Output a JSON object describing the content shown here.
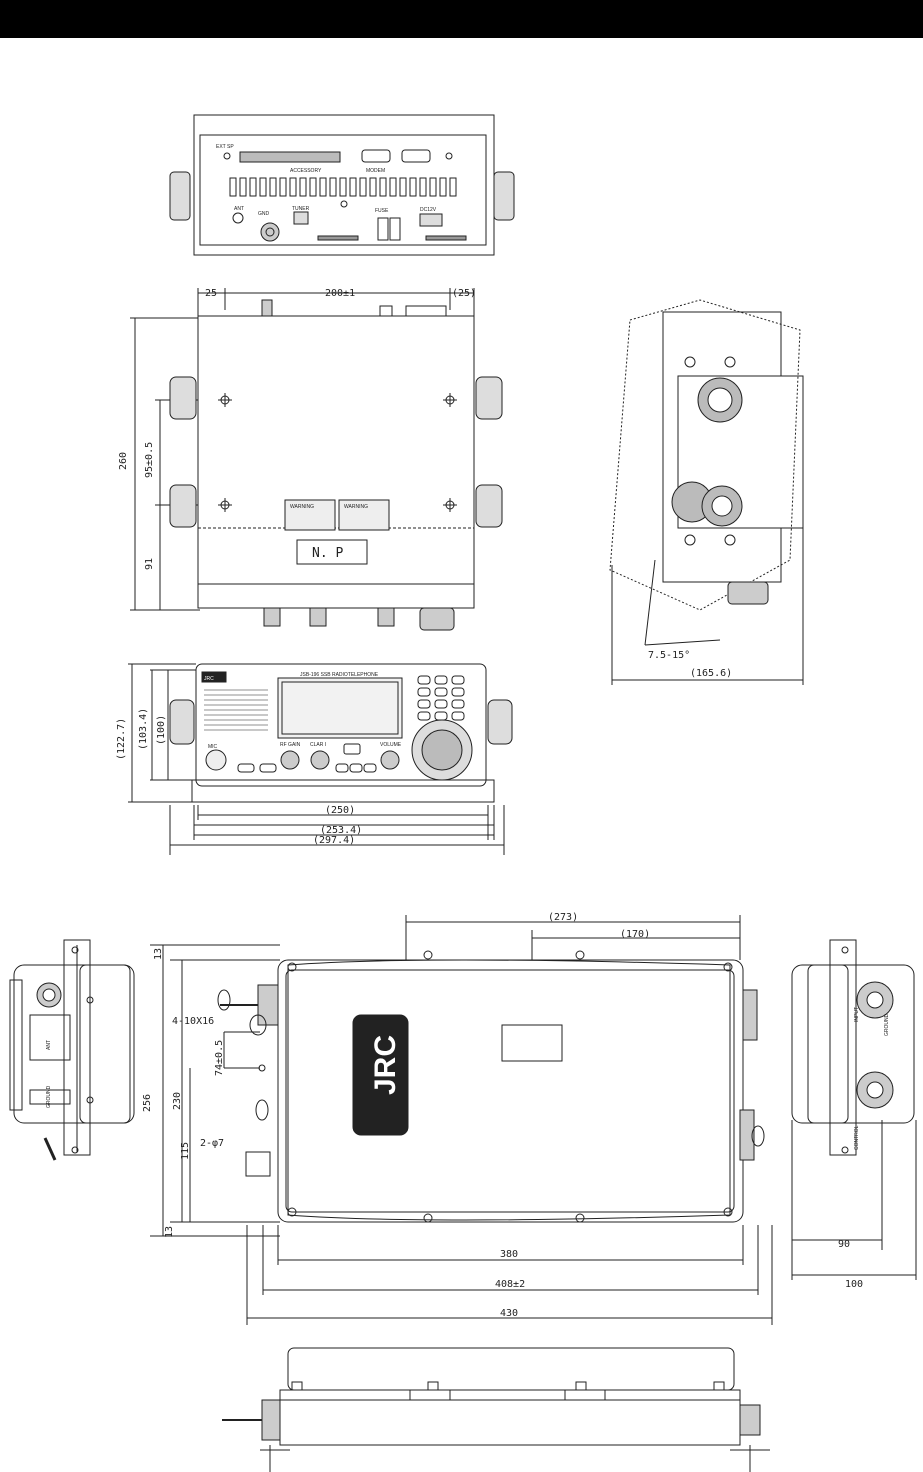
{
  "header": {
    "bar_color": "#000000"
  },
  "dims": {
    "top_w1": "25",
    "top_w2": "200±1",
    "top_w3": "(25)",
    "h260": "260",
    "h95": "95±0.5",
    "h91": "91",
    "side_angle": "7.5-15°",
    "side_w": "(165.6)",
    "f_h1": "(122.7)",
    "f_h2": "(103.4)",
    "f_h3": "(100)",
    "f_w1": "(250)",
    "f_w2": "(253.4)",
    "f_w3": "(297.4)",
    "b_273": "(273)",
    "b_170": "(170)",
    "b_13a": "13",
    "b_256": "256",
    "b_230": "230",
    "b_74": "74±0.5",
    "b_115": "115",
    "b_13b": "13",
    "b_hole1": "4-10X16",
    "b_hole2": "2-φ7",
    "b_380": "380",
    "b_408": "408±2",
    "b_430": "430",
    "b_90": "90",
    "b_100": "100"
  },
  "labels": {
    "np": "N. P",
    "jrc_logo": "JRC",
    "front_logo": "JRC",
    "front_title": "JSB-196  SSB RADIOTELEPHONE",
    "knob_rf": "RF GAIN",
    "knob_clar": "CLAR I",
    "knob_vol": "VOLUME",
    "mic": "MIC",
    "warn1": "WARNING",
    "warn2": "WARNING",
    "ant": "ANT",
    "ground_l": "GROUND",
    "input_r": "INPUT",
    "ground_r": "GROUND",
    "control_r": "CONTROL",
    "rear_gnd": "GND",
    "rear_ant": "ANT",
    "rear_tuner": "TUNER",
    "rear_dc": "DC12V",
    "rear_fuse": "FUSE",
    "rear_acc": "ACCESSORY",
    "rear_modem": "MODEM",
    "rear_ext": "EXT SP"
  }
}
